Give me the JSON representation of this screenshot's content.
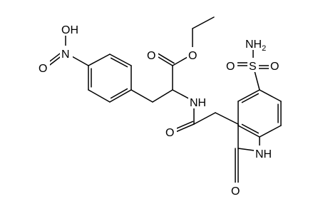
{
  "colors": {
    "background": "#ffffff",
    "ink": "#000000"
  },
  "molecule": {
    "labels": {
      "hydroxyl": "OH",
      "nitroso_n": "N",
      "nitroso_o": "O",
      "ester_o_double": "O",
      "ester_o_single": "O",
      "amide_nh_1": "NH",
      "amide_o_1": "O",
      "amide_nh_2": "NH",
      "amide_o_2": "O",
      "sulfur": "S",
      "sulfonyl_o_left": "O",
      "sulfonyl_o_right": "O",
      "sulfonamide_nh2": "NH2"
    }
  }
}
